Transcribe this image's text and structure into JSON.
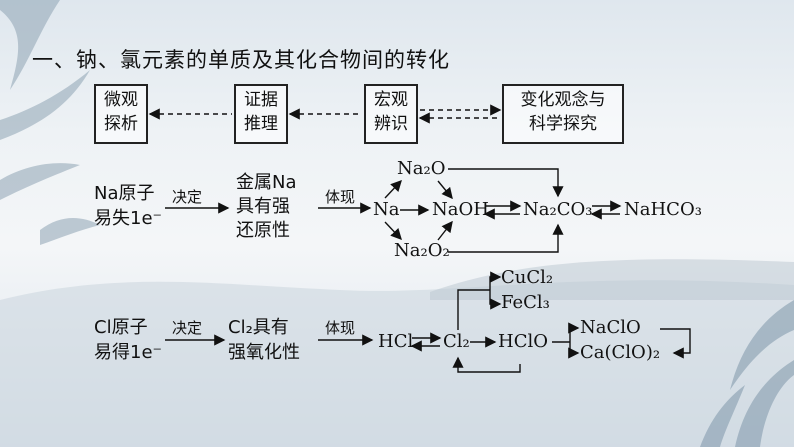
{
  "title": "一、钠、氯元素的单质及其化合物间的转化",
  "top_boxes": [
    "微观\n探析",
    "证据\n推理",
    "宏观\n辨识",
    "变化观念与\n科学探究"
  ],
  "na": {
    "cause": [
      "Na原子",
      "易失1e⁻"
    ],
    "decide": "决定",
    "property": [
      "金属Na",
      "具有强",
      "还原性"
    ],
    "embody": "体现",
    "na": "Na",
    "na2o": "Na₂O",
    "naoh": "NaOH",
    "na2o2": "Na₂O₂",
    "na2co3": "Na₂CO₃",
    "nahco3": "NaHCO₃"
  },
  "cl": {
    "cause": [
      "Cl原子",
      "易得1e⁻"
    ],
    "decide": "决定",
    "property": [
      "Cl₂具有",
      "强氧化性"
    ],
    "embody": "体现",
    "hcl": "HCl",
    "cl2": "Cl₂",
    "hclo": "HClO",
    "cucl2": "CuCl₂",
    "fecl3": "FeCl₃",
    "naclo": "NaClO",
    "caclo2": "Ca(ClO)₂"
  }
}
